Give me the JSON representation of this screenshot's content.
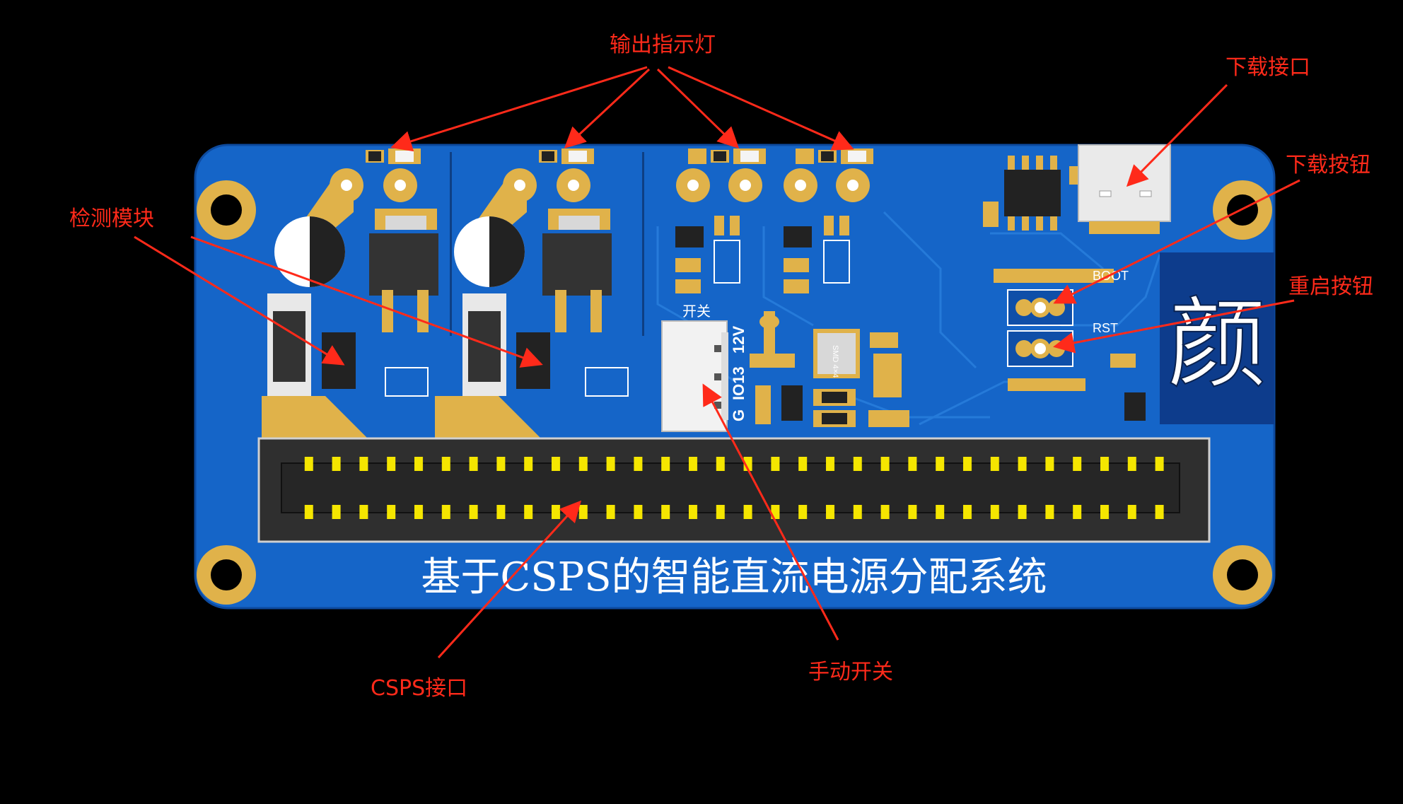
{
  "board": {
    "title": "基于CSPS的智能直流电源分配系统",
    "switch_silk": "开关",
    "pin_12v": "12V",
    "pin_io13": "IO13",
    "pin_g": "G",
    "boot_silk": "BOOT",
    "rst_silk": "RST",
    "inductor_silk": "SMD 4×4",
    "logo_glyph": "颜"
  },
  "callouts": {
    "output_leds": "输出指示灯",
    "download_port": "下载接口",
    "download_button": "下载按钮",
    "reset_button": "重启按钮",
    "sensing_module": "检测模块",
    "csps_port": "CSPS接口",
    "manual_switch": "手动开关"
  },
  "colors": {
    "background": "#000000",
    "pcb": "#1565c8",
    "pcb_trace": "#1f74d6",
    "copper": "#e0b24a",
    "callout": "#ff2a1a",
    "logo_panel": "#0d3c8c"
  }
}
